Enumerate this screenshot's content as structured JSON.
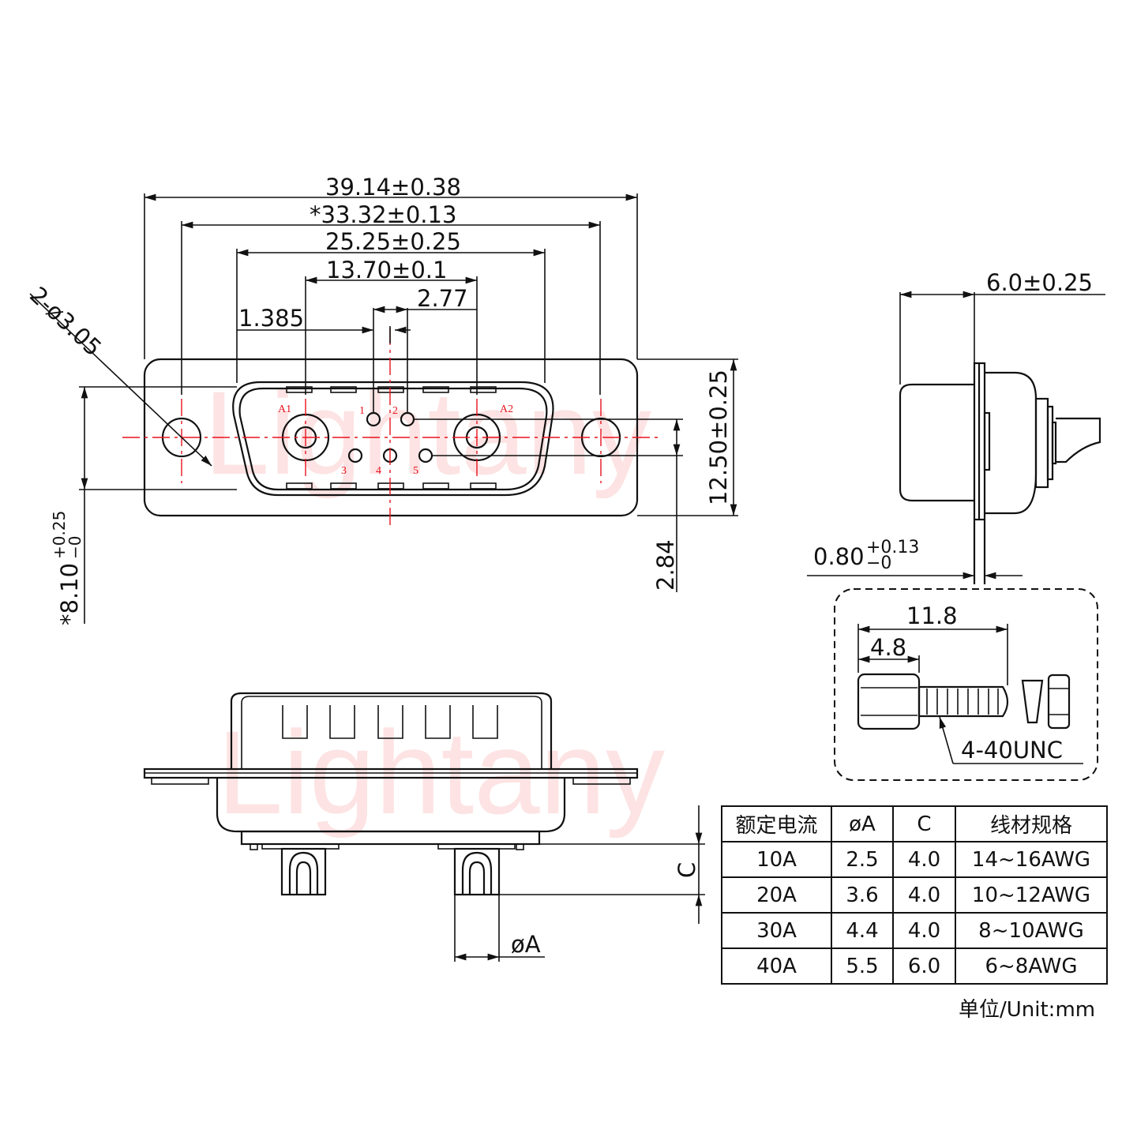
{
  "watermark": "Lightany",
  "front_view": {
    "dims": {
      "overall_width": "39.14±0.38",
      "mount_hole_spacing": "*33.32±0.13",
      "shell_width": "25.25±0.25",
      "power_pin_spacing": "13.70±0.1",
      "signal_pin_pitch": "2.77",
      "signal_pin_offset": "1.385",
      "mount_hole_diameter": "2-ø3.05",
      "flange_height": "12.50±0.25",
      "shell_height_main": "*8.10",
      "shell_height_tol_upper": "+0.25",
      "shell_height_tol_lower": "−0",
      "row_spacing": "2.84"
    },
    "pin_labels": [
      "A1",
      "A2",
      "1",
      "2",
      "3",
      "4",
      "5"
    ]
  },
  "side_view": {
    "depth": "6.0±0.25",
    "flange_thickness_main": "0.80",
    "flange_thickness_tol_upper": "+0.13",
    "flange_thickness_tol_lower": "−0"
  },
  "screw_detail": {
    "total_length": "11.8",
    "hex_length": "4.8",
    "thread": "4-40UNC"
  },
  "bottom_view": {
    "dim_c": "C",
    "dim_a": "øA"
  },
  "spec_table": {
    "headers": [
      "额定电流",
      "øA",
      "C",
      "线材规格"
    ],
    "rows": [
      [
        "10A",
        "2.5",
        "4.0",
        "14~16AWG"
      ],
      [
        "20A",
        "3.6",
        "4.0",
        "10~12AWG"
      ],
      [
        "30A",
        "4.4",
        "4.0",
        "8~10AWG"
      ],
      [
        "40A",
        "5.5",
        "6.0",
        "6~8AWG"
      ]
    ],
    "unit_note": "单位/Unit:mm"
  }
}
